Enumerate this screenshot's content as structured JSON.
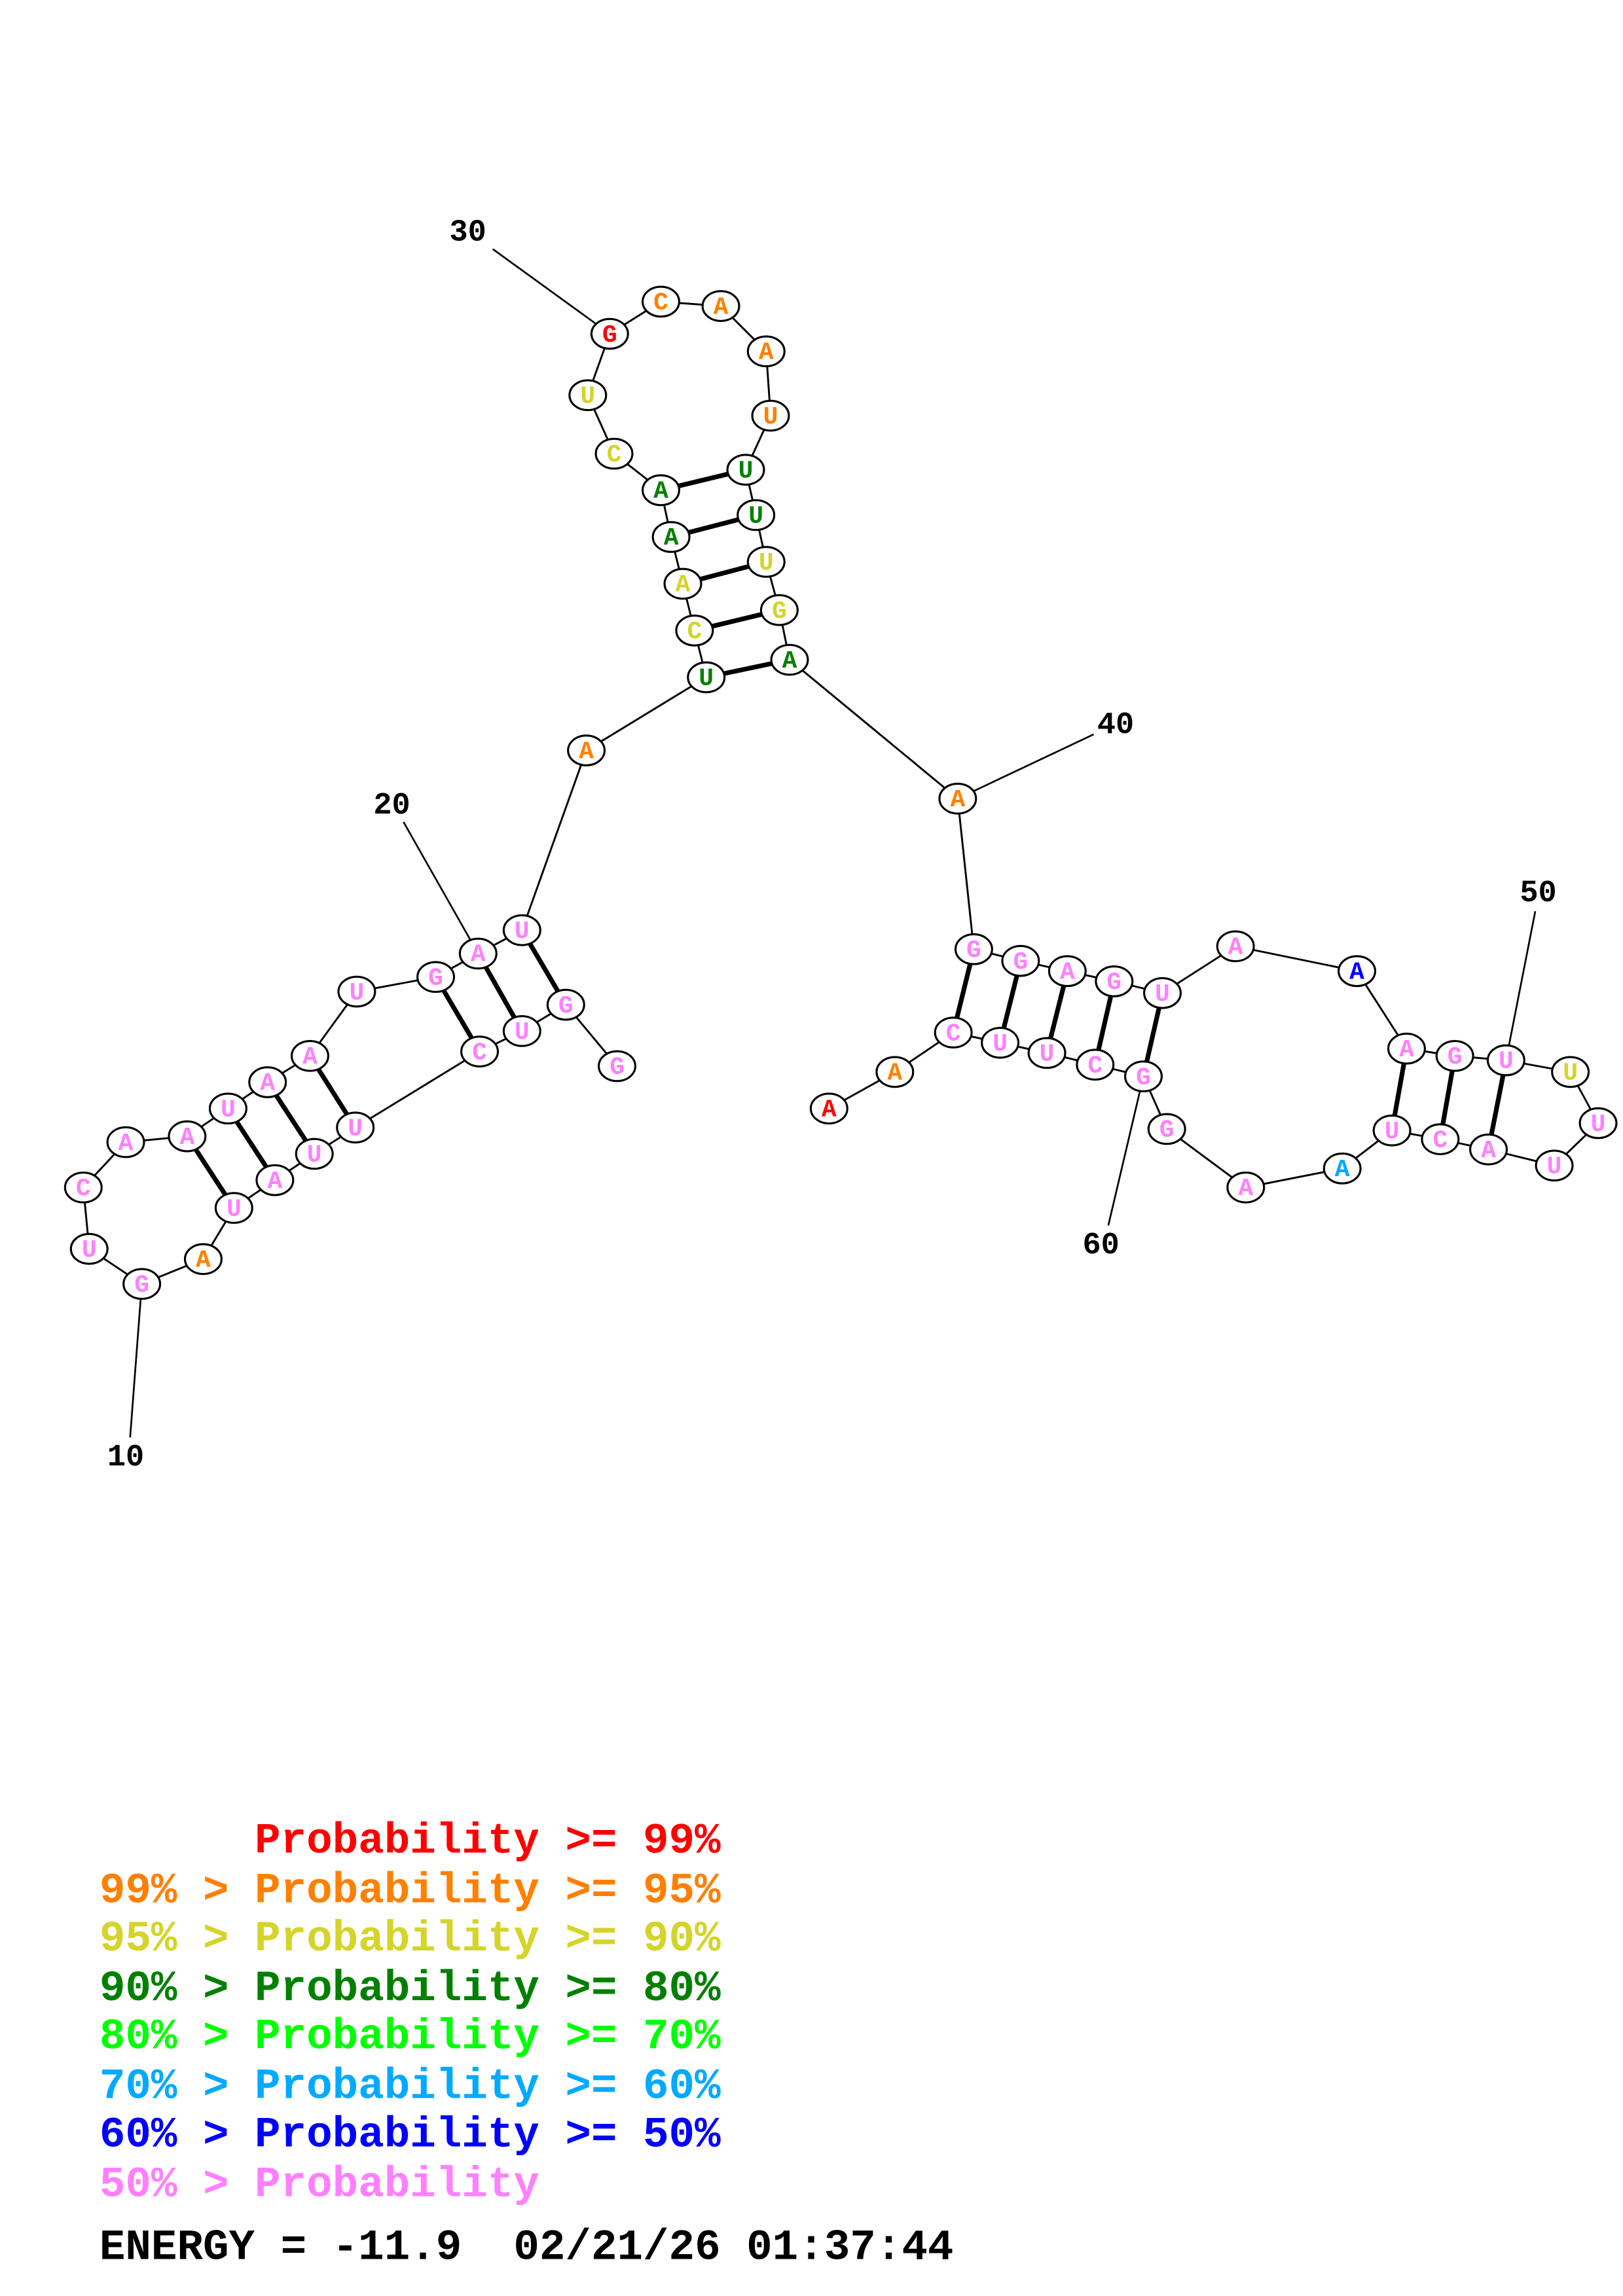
{
  "colors": {
    "p99": "#FF0000",
    "p95": "#FF8000",
    "p90": "#D4D42A",
    "p80": "#008000",
    "p70": "#00FF00",
    "p60": "#00AAFF",
    "p50": "#0000FF",
    "plow": "#FF80FF"
  },
  "sequence": [
    "G",
    "G",
    "U",
    "C",
    "U",
    "U",
    "A",
    "U",
    "A",
    "G",
    "U",
    "C",
    "A",
    "A",
    "U",
    "A",
    "A",
    "U",
    "G",
    "A",
    "U",
    "A",
    "U",
    "C",
    "A",
    "A",
    "A",
    "C",
    "U",
    "G",
    "C",
    "A",
    "A",
    "U",
    "U",
    "U",
    "U",
    "G",
    "A",
    "A",
    "G",
    "G",
    "A",
    "G",
    "U",
    "A",
    "A",
    "A",
    "G",
    "U",
    "U",
    "U",
    "U",
    "A",
    "C",
    "U",
    "A",
    "A",
    "G",
    "G",
    "C",
    "U",
    "U",
    "C",
    "A",
    "A"
  ],
  "probability_class": [
    "plow",
    "plow",
    "plow",
    "plow",
    "plow",
    "plow",
    "plow",
    "plow",
    "p95",
    "plow",
    "plow",
    "plow",
    "plow",
    "plow",
    "plow",
    "plow",
    "plow",
    "plow",
    "plow",
    "plow",
    "plow",
    "p95",
    "p80",
    "p90",
    "p90",
    "p80",
    "p80",
    "p90",
    "p90",
    "p99",
    "p95",
    "p95",
    "p95",
    "p95",
    "p80",
    "p80",
    "p90",
    "p90",
    "p80",
    "p95",
    "plow",
    "plow",
    "plow",
    "plow",
    "plow",
    "plow",
    "p50",
    "plow",
    "plow",
    "plow",
    "p90",
    "plow",
    "plow",
    "plow",
    "plow",
    "plow",
    "p60",
    "plow",
    "plow",
    "plow",
    "plow",
    "plow",
    "plow",
    "plow",
    "p95",
    "p99"
  ],
  "pairs": [
    [
      2,
      21
    ],
    [
      3,
      20
    ],
    [
      4,
      19
    ],
    [
      5,
      17
    ],
    [
      6,
      16
    ],
    [
      7,
      15
    ],
    [
      8,
      14
    ],
    [
      23,
      39
    ],
    [
      24,
      38
    ],
    [
      25,
      37
    ],
    [
      26,
      36
    ],
    [
      27,
      35
    ],
    [
      41,
      64
    ],
    [
      42,
      63
    ],
    [
      43,
      62
    ],
    [
      44,
      61
    ],
    [
      45,
      60
    ],
    [
      48,
      56
    ],
    [
      49,
      55
    ],
    [
      50,
      54
    ]
  ],
  "position_labels": {
    "n10": "10",
    "n20": "20",
    "n30": "30",
    "n40": "40",
    "n50": "50",
    "n60": "60"
  },
  "legend": {
    "l1": "      Probability >= 99%",
    "l2": "99% > Probability >= 95%",
    "l3": "95% > Probability >= 90%",
    "l4": "90% > Probability >= 80%",
    "l5": "80% > Probability >= 70%",
    "l6": "70% > Probability >= 60%",
    "l7": "60% > Probability >= 50%",
    "l8": "50% > Probability"
  },
  "energy_line": "ENERGY = -11.9  02/21/26 01:37:44"
}
